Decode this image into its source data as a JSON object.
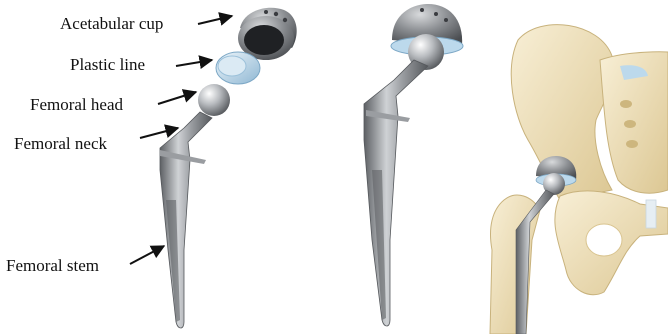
{
  "labels": {
    "acetabular_cup": "Acetabular cup",
    "plastic_liner": "Plastic line",
    "femoral_head": "Femoral head",
    "femoral_neck": "Femoral neck",
    "femoral_stem": "Femoral stem"
  },
  "colors": {
    "metal_dark": "#6f7276",
    "metal_mid": "#a9acb0",
    "metal_light": "#e6e8ea",
    "liner_blue": "#bcd9ec",
    "bone": "#f2e6c4",
    "bone_shadow": "#d9c48f",
    "arrow": "#111111"
  }
}
